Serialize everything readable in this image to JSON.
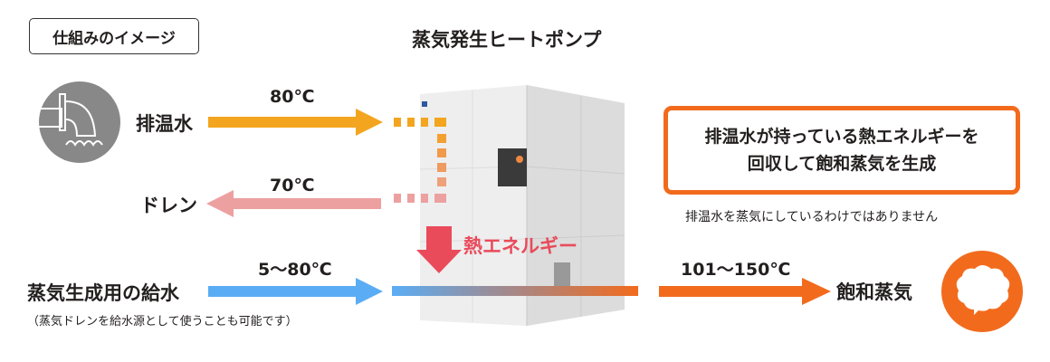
{
  "tag_label": "仕組みのイメージ",
  "title": "蒸気発生ヒートポンプ",
  "flows": {
    "waste_water": {
      "label": "排温水",
      "temp": "80℃"
    },
    "drain": {
      "label": "ドレン",
      "temp": "70℃"
    },
    "feed_water": {
      "label": "蒸気生成用の給水",
      "note": "（蒸気ドレンを給水源として使うことも可能です）",
      "temp": "5〜80℃"
    },
    "steam": {
      "label": "飽和蒸気",
      "temp": "101〜150℃"
    }
  },
  "heat_energy": "熱エネルギー",
  "callout": {
    "line1": "排温水が持っている熱エネルギーを",
    "line2": "回収して飽和蒸気を生成",
    "note": "排温水を蒸気にしているわけではありません"
  },
  "colors": {
    "orange_in": "#f3a51f",
    "drain": "#eda0a0",
    "heat": "#e94b5b",
    "feed": "#5aadf5",
    "steam": "#f26b1d",
    "icon_gray": "#888888"
  }
}
